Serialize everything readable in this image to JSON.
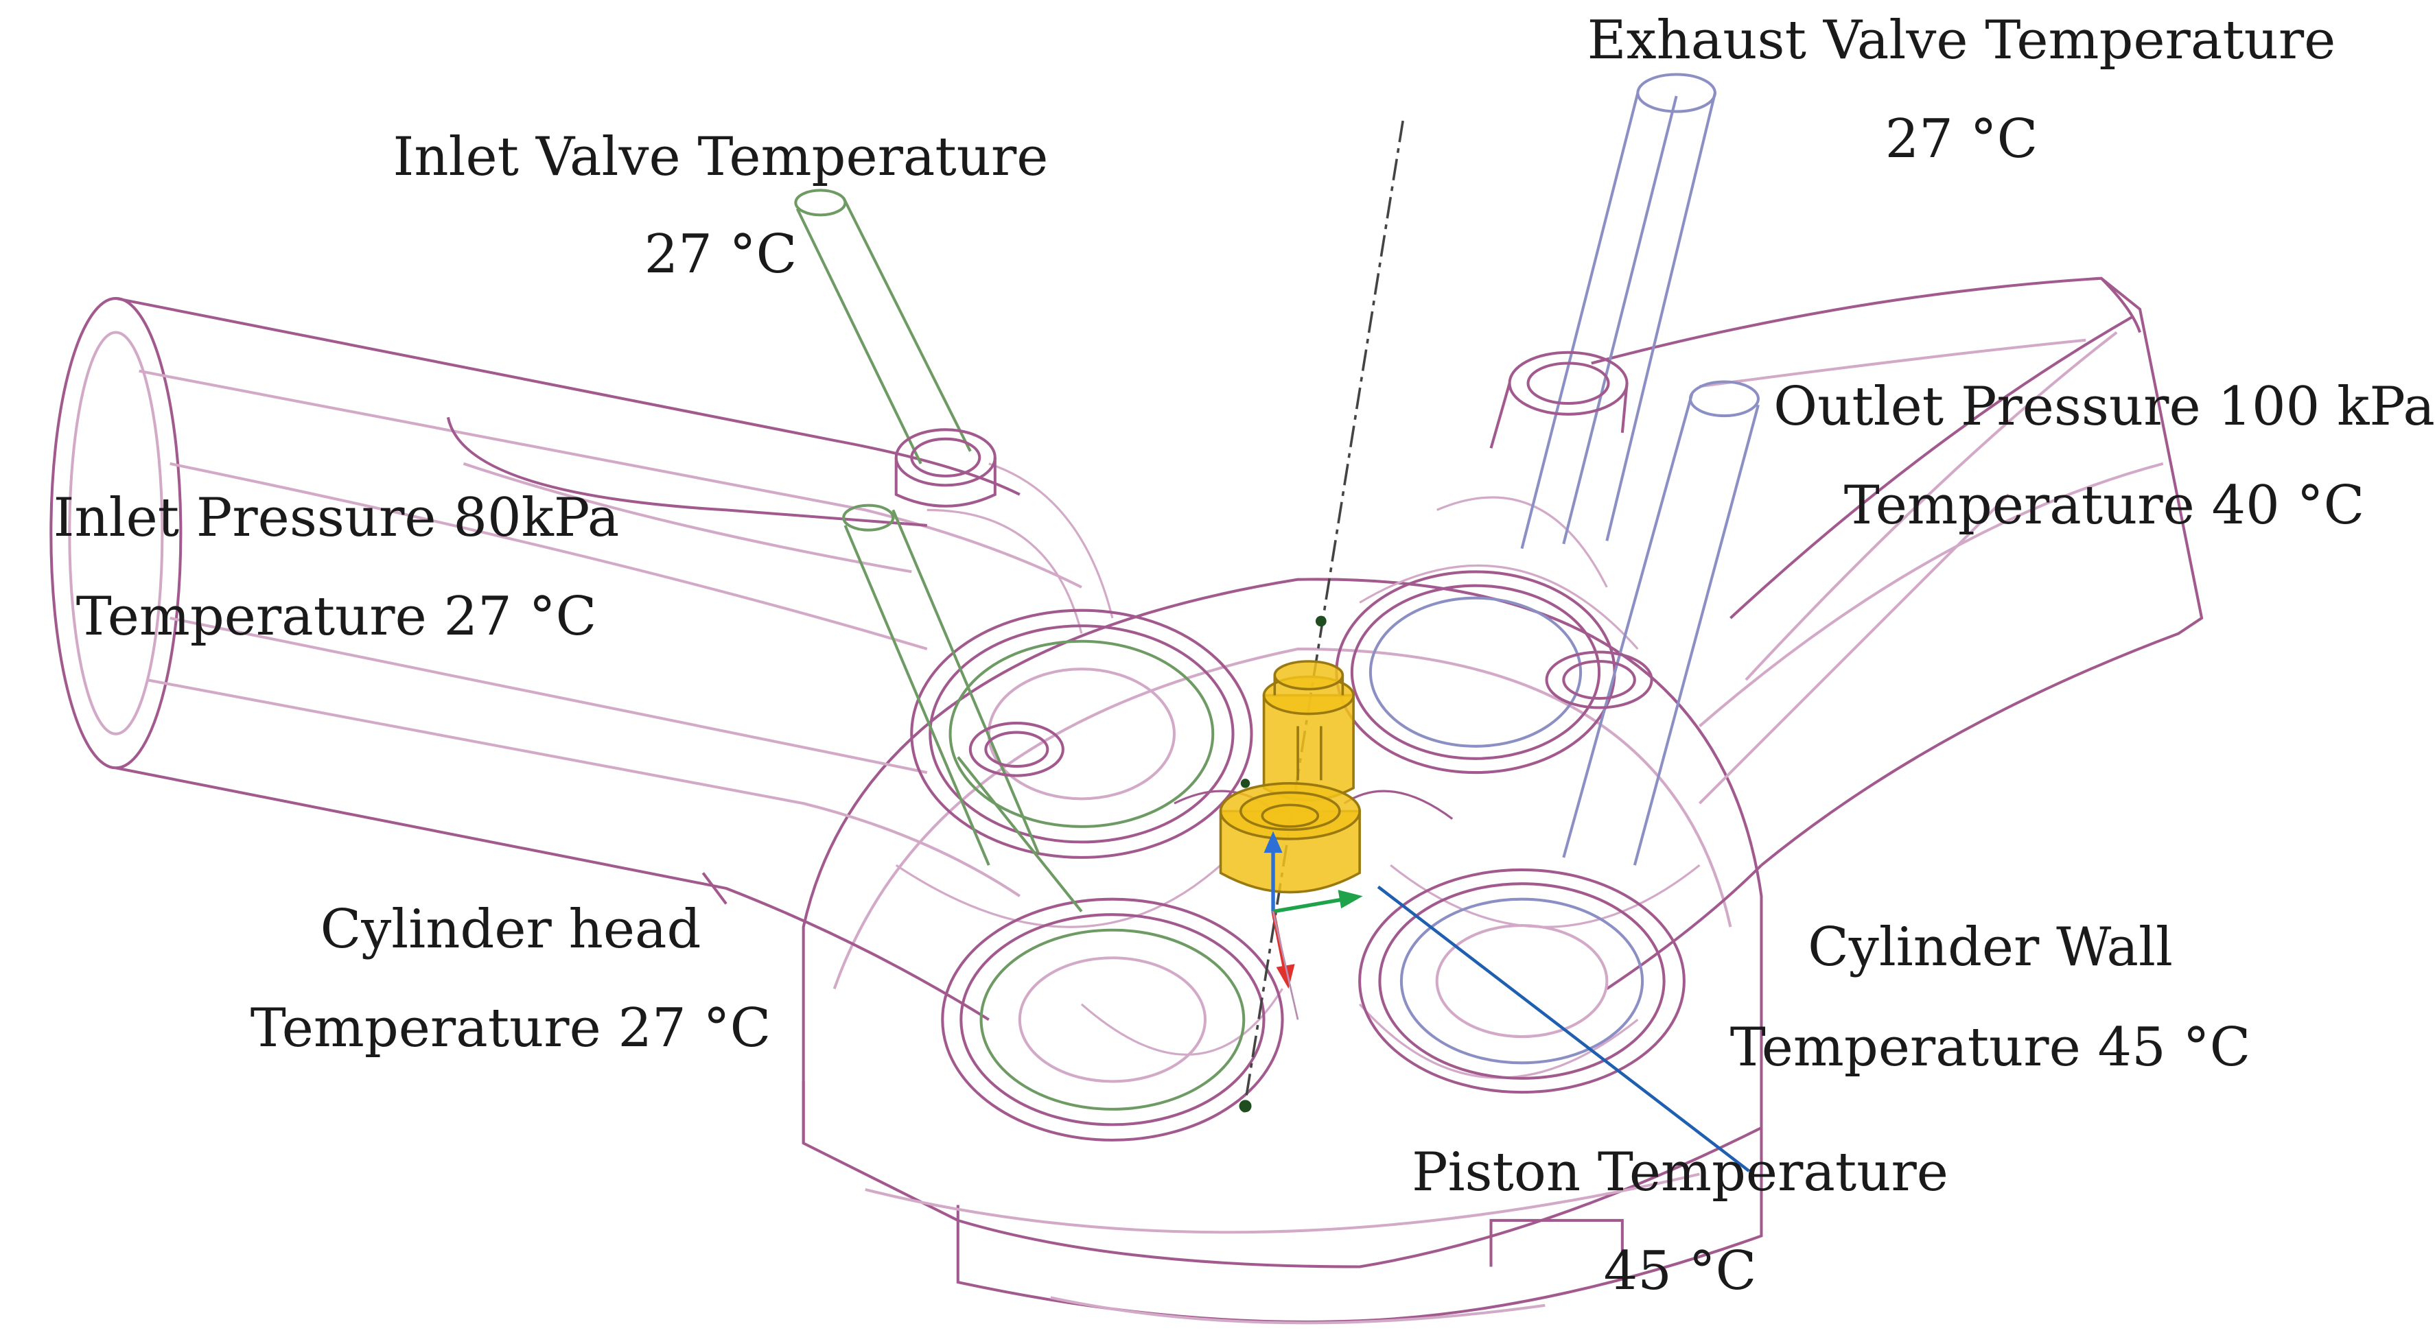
{
  "labels": {
    "exhaust_valve": {
      "title": "Exhaust Valve Temperature",
      "value": "27 °C"
    },
    "inlet_valve": {
      "title": "Inlet Valve Temperature",
      "value": "27 °C"
    },
    "outlet": {
      "title": "Outlet Pressure 100 kPa",
      "value": "Temperature 40 °C"
    },
    "inlet": {
      "title": "Inlet Pressure 80kPa",
      "value": "Temperature 27 °C"
    },
    "cylinder_head": {
      "title": "Cylinder head",
      "value": "Temperature 27 °C"
    },
    "cylinder_wall": {
      "title": "Cylinder Wall",
      "value": "Temperature 45 °C"
    },
    "piston": {
      "title": "Piston Temperature",
      "value": "45 °C"
    }
  },
  "colors": {
    "wireframe": "#a25a8e",
    "wireframe_light": "#d3a9c8",
    "inlet_valve": "#6e9a64",
    "exhaust_valve": "#8b8fc4",
    "spark_plug": "#f2c21b",
    "spark_plug_edge": "#9a7a10",
    "leader_line": "#1f5fb0",
    "axis_x": "#e0312d",
    "axis_y": "#1fa34a",
    "axis_z": "#2c6fd6"
  },
  "icons": {
    "spark_plug": "spark-plug-icon",
    "coordinate_triad": "xyz-axes-icon"
  }
}
